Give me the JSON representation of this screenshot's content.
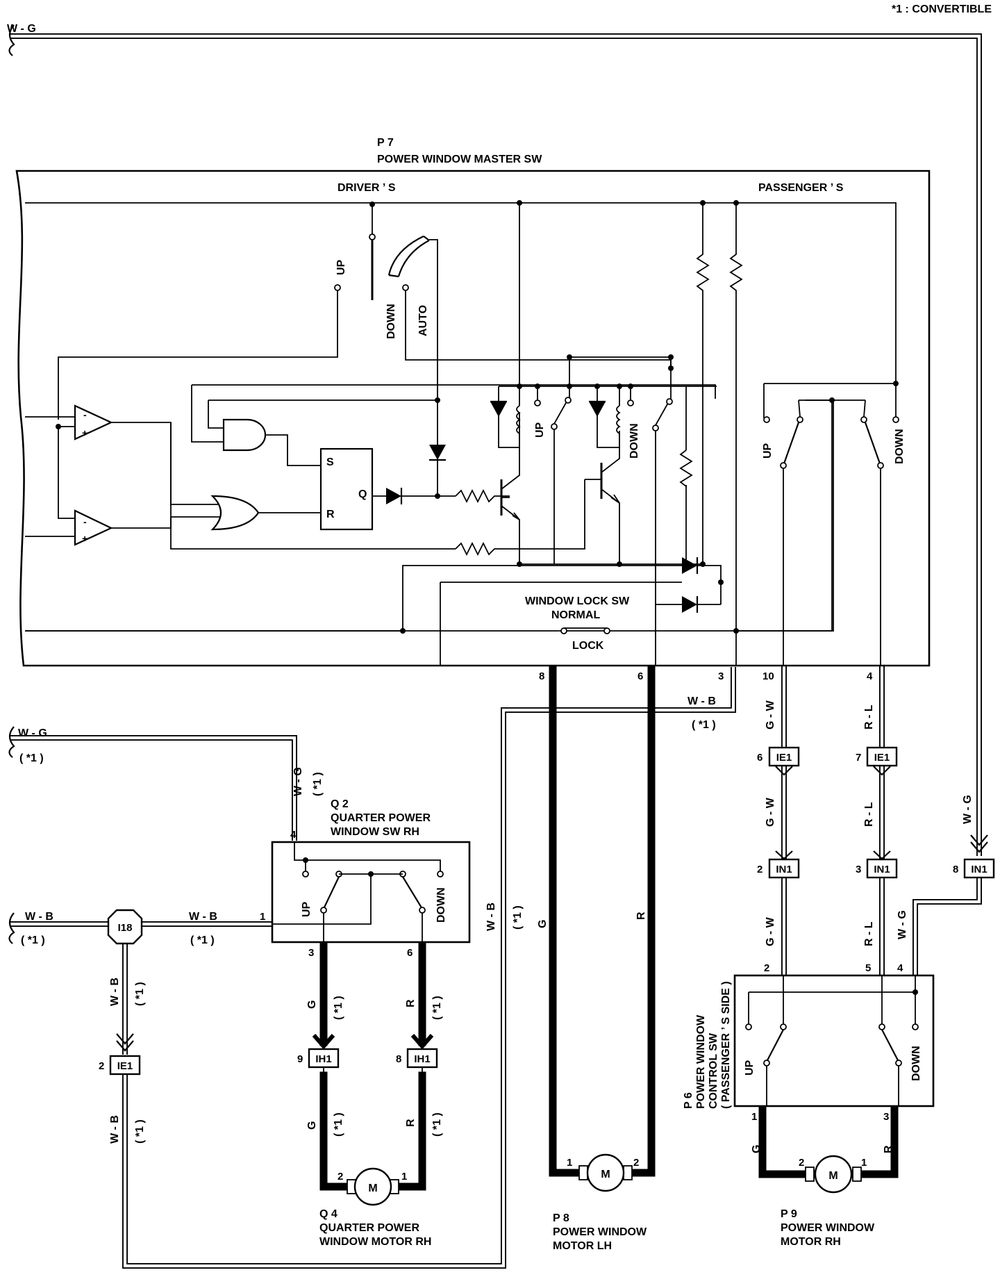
{
  "note": "*1 : CONVERTIBLE",
  "wires": {
    "wg": "W - G",
    "wb": "W - B",
    "gw": "G - W",
    "rl": "R - L",
    "g": "G",
    "r": "R",
    "star1": "( *1 )"
  },
  "components": {
    "p7": {
      "code": "P 7",
      "name": "POWER WINDOW MASTER SW",
      "drivers": "DRIVER ’ S",
      "passengers": "PASSENGER ’ S"
    },
    "q2": {
      "code": "Q 2",
      "name1": "QUARTER POWER",
      "name2": "WINDOW SW RH"
    },
    "q4": {
      "code": "Q 4",
      "name1": "QUARTER POWER",
      "name2": "WINDOW MOTOR RH"
    },
    "p8": {
      "code": "P 8",
      "name1": "POWER WINDOW",
      "name2": "MOTOR LH"
    },
    "p9": {
      "code": "P 9",
      "name1": "POWER WINDOW",
      "name2": "MOTOR RH"
    },
    "p6": {
      "code": "P 6",
      "name1": "POWER WINDOW",
      "name2": "CONTROL SW",
      "name3": "( PASSENGER ’ S SIDE )"
    }
  },
  "switch_labels": {
    "up": "UP",
    "down": "DOWN",
    "auto": "AUTO",
    "set": "S",
    "reset": "R",
    "q": "Q",
    "minus": "-",
    "plus": "+",
    "lock_sw": "WINDOW LOCK SW",
    "normal": "NORMAL",
    "lock": "LOCK",
    "motor": "M"
  },
  "connectors": {
    "ie1": "IE1",
    "in1": "IN1",
    "ih1": "IH1",
    "i18": "I18"
  },
  "pins": {
    "p7_8": "8",
    "p7_6": "6",
    "p7_3": "3",
    "p7_10": "10",
    "p7_4": "4",
    "ie1_6": "6",
    "ie1_7": "7",
    "in1_2": "2",
    "in1_3": "3",
    "in1_8": "8",
    "q2_4": "4",
    "q2_1": "1",
    "q2_3": "3",
    "q2_6": "6",
    "ie1_2": "2",
    "ih1_9": "9",
    "ih1_8": "8",
    "q4_2": "2",
    "q4_1": "1",
    "p8_1": "1",
    "p8_2": "2",
    "p6_2": "2",
    "p6_5": "5",
    "p6_4": "4",
    "p6_1": "1",
    "p6_3": "3",
    "p9_2": "2",
    "p9_1": "1"
  }
}
